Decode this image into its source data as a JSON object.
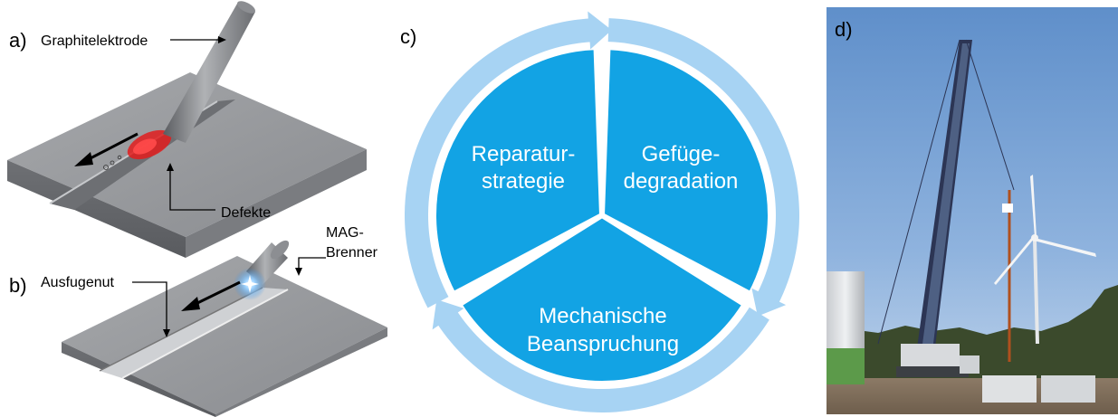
{
  "panel_a": {
    "letter_a": "a)",
    "letter_b": "b)",
    "electrode_label": "Graphitelektrode",
    "defects_label": "Defekte",
    "torch_label_1": "MAG-",
    "torch_label_2": "Brenner",
    "groove_label": "Ausfugenut"
  },
  "panel_c": {
    "letter": "c)",
    "segments": [
      {
        "line1": "Reparatur-",
        "line2": "strategie"
      },
      {
        "line1": "Gefüge-",
        "line2": "degradation"
      },
      {
        "line1": "Mechanische",
        "line2": "Beanspruchung"
      }
    ],
    "colors": {
      "segment": "#12a3e4",
      "ring": "#a7d3f3"
    }
  },
  "panel_d": {
    "letter": "d)"
  }
}
